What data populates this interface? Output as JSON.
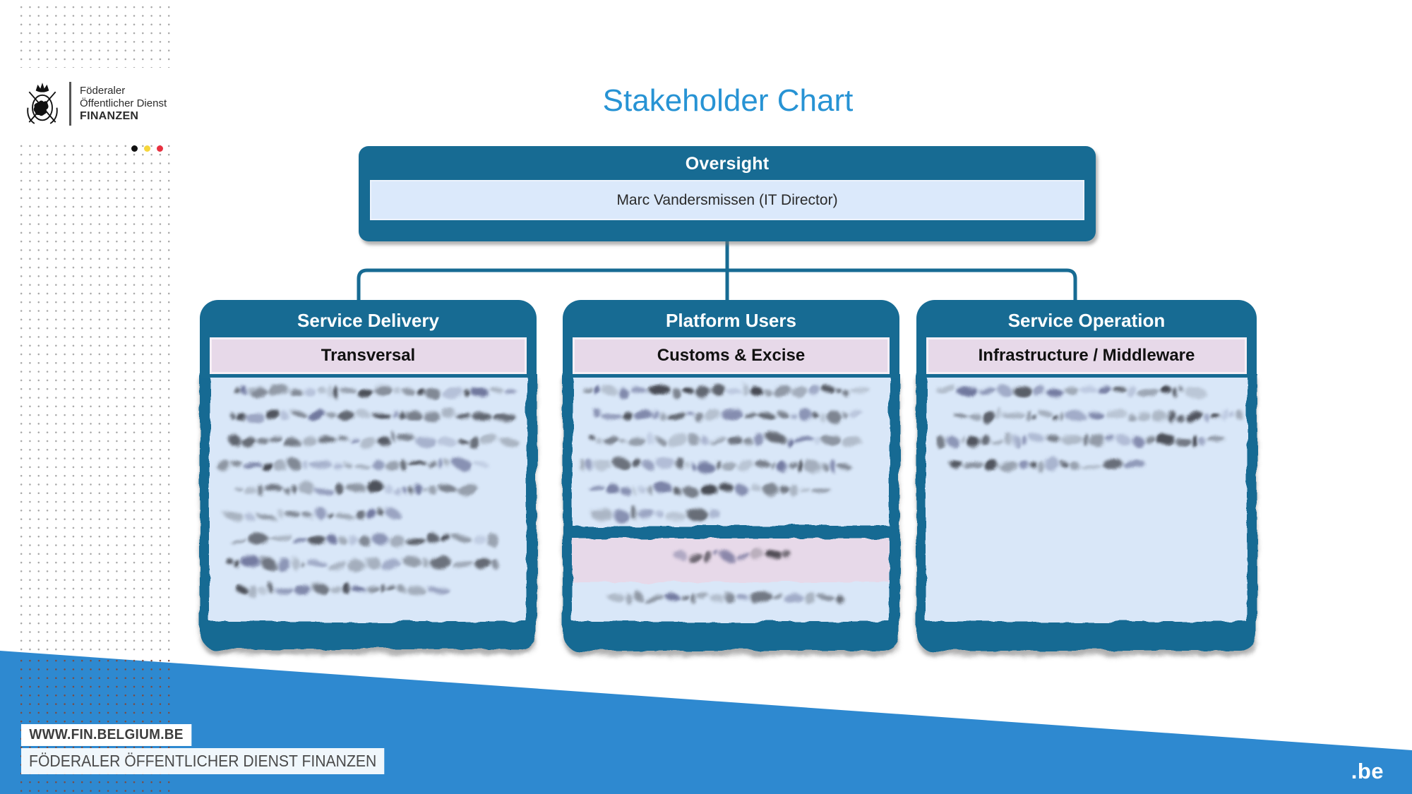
{
  "slide": {
    "title": "Stakeholder Chart",
    "logo": {
      "line1": "Föderaler",
      "line2": "Öffentlicher Dienst",
      "line3": "FINANZEN"
    },
    "footer": {
      "website": "WWW.FIN.BELGIUM.BE",
      "department": "FÖDERALER ÖFFENTLICHER DIENST FINANZEN",
      "domain_logo": ".be"
    }
  },
  "org_chart": {
    "root": {
      "title": "Oversight",
      "member": "Marc Vandersmissen (IT Director)"
    },
    "groups": [
      {
        "title": "Service Delivery",
        "team": "Transversal",
        "content_redacted": true,
        "redacted_line_widths": [
          86,
          90,
          88,
          84,
          76,
          56,
          82,
          86,
          64
        ]
      },
      {
        "title": "Platform Users",
        "team": "Customs & Excise",
        "content_redacted": true,
        "redacted_line_widths": [
          88,
          84,
          86,
          82,
          74,
          38
        ],
        "redacted_band_widths": [
          36
        ],
        "redacted_note_widths": [
          74
        ]
      },
      {
        "title": "Service Operation",
        "team": "Infrastructure / Middleware",
        "content_redacted": true,
        "redacted_line_widths": [
          84,
          88,
          86,
          56
        ]
      }
    ]
  },
  "colors": {
    "teal": "#176b93",
    "panel_blue": "#d9e7f8",
    "member_panel_blue": "#dbe9fb",
    "band_pink": "#e7d9e9",
    "title_blue": "#2793d4",
    "footer_blue": "#2e89d0",
    "scribble_dark": "#17171d"
  }
}
